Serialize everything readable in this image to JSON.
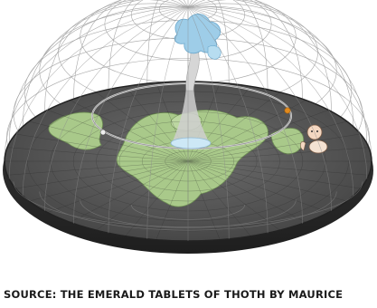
{
  "caption": {
    "text": "SOURCE: THE EMERALD TABLETS OF THOTH BY MAURICE"
  },
  "colors": {
    "dome_mesh": "#8a8a8a",
    "disc_top": "#5c5c5c",
    "disc_rim": "#2a2a2a",
    "land": "#a9c98a",
    "land_outline": "#6f8f55",
    "orbit_ring": "#d8d8d8",
    "water": "#9ecde8",
    "orange_marker": "#e08a1e"
  },
  "icons": {
    "dome": "wireframe-dome",
    "disc": "flat-disc",
    "fountain": "water-fountain",
    "vortex": "central-vortex",
    "orbit": "orbit-ring",
    "figure": "cherub-figure",
    "markers": [
      "sun-marker",
      "moon-marker"
    ]
  }
}
